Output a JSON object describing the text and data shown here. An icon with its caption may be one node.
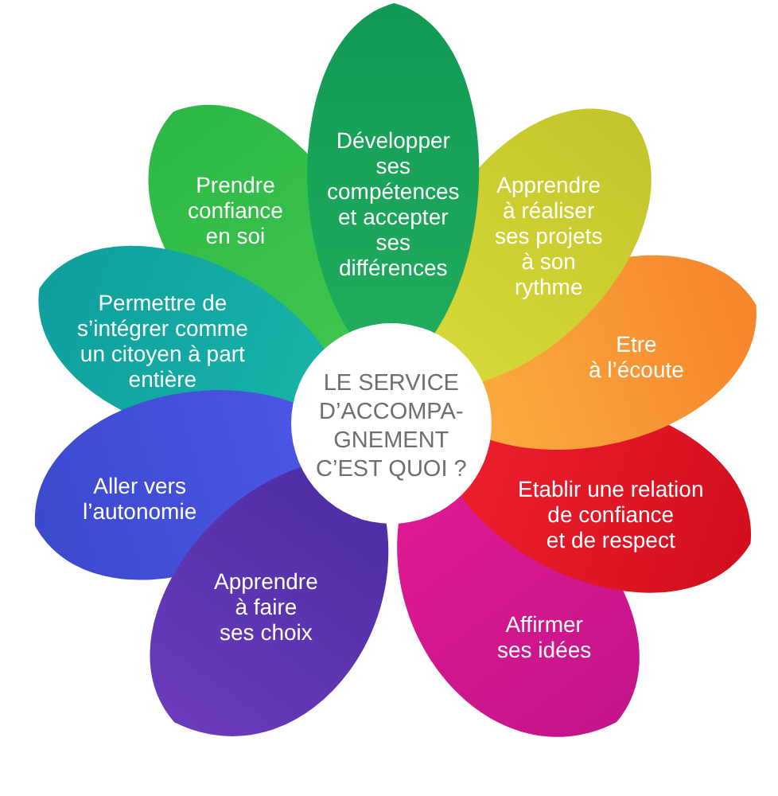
{
  "diagram": {
    "nodes": [
      {
        "text": [
          "LE SERVICE D’ACCOMPA- GNEMENT C’EST QUOI ?"
        ]
      },
      {
        "text": [
          "Développer ses compétences et accepter ses différences"
        ]
      },
      {
        "text": [
          "Apprendre à réaliser ses projets à son rythme"
        ]
      },
      {
        "text": [
          "Etre à l’écoute"
        ]
      },
      {
        "text": [
          "Etablir une relation de confiance et de respect"
        ]
      },
      {
        "text": [
          "Affirmer ses idées"
        ]
      },
      {
        "text": [
          "Apprendre à faire ses choix"
        ]
      },
      {
        "text": [
          "Aller vers l’autonomie"
        ]
      },
      {
        "text": [
          "Permettre de s’intégrer comme un citoyen à part entière"
        ]
      },
      {
        "text": [
          "Prendre confiance en soi"
        ]
      }
    ]
  }
}
